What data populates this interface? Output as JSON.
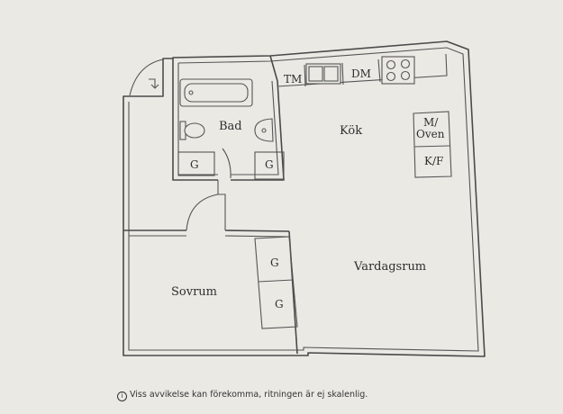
{
  "rooms": {
    "bad": "Bad",
    "kok": "Kök",
    "vardagsrum": "Vardagsrum",
    "sovrum": "Sovrum"
  },
  "fixtures": {
    "tm": "TM",
    "dm": "DM",
    "oven_line1": "M/",
    "oven_line2": "Oven",
    "kf": "K/F",
    "wardrobe": "G"
  },
  "footer": {
    "disclaimer": "Viss avvikelse kan förekomma, ritningen är ej skalenlig."
  }
}
